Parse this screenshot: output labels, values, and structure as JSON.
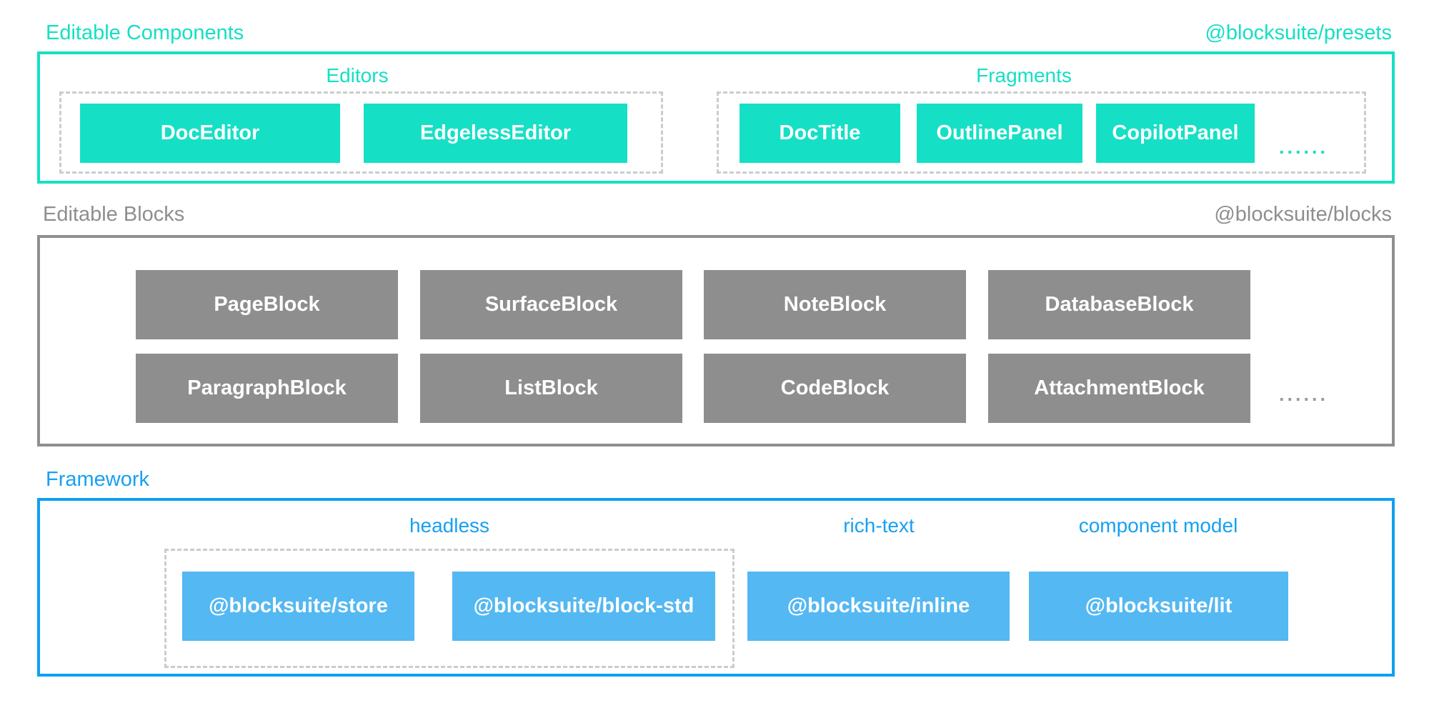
{
  "colors": {
    "teal": "#15e0c5",
    "teal_text": "#15dfc4",
    "gray_fill": "#8e8e8e",
    "gray_border": "#8f8f8f",
    "gray_text": "#8e8e8e",
    "blue_fill": "#54b8f2",
    "blue_border": "#0da1f2",
    "blue_text": "#18a0f2",
    "dashed_border": "#cccccc",
    "box_label_text": "#ffffff"
  },
  "sections": {
    "components": {
      "title": "Editable Components",
      "package": "@blocksuite/presets",
      "editors": {
        "label": "Editors",
        "items": [
          "DocEditor",
          "EdgelessEditor"
        ]
      },
      "fragments": {
        "label": "Fragments",
        "items": [
          "DocTitle",
          "OutlinePanel",
          "CopilotPanel"
        ],
        "ellipsis": "......"
      }
    },
    "blocks": {
      "title": "Editable Blocks",
      "package": "@blocksuite/blocks",
      "rows": [
        [
          "PageBlock",
          "SurfaceBlock",
          "NoteBlock",
          "DatabaseBlock"
        ],
        [
          "ParagraphBlock",
          "ListBlock",
          "CodeBlock",
          "AttachmentBlock"
        ]
      ],
      "ellipsis": "......"
    },
    "framework": {
      "title": "Framework",
      "headless": {
        "label": "headless",
        "items": [
          "@blocksuite/store",
          "@blocksuite/block-std"
        ]
      },
      "rich_text": {
        "label": "rich-text",
        "items": [
          "@blocksuite/inline"
        ]
      },
      "component_model": {
        "label": "component model",
        "items": [
          "@blocksuite/lit"
        ]
      }
    }
  }
}
